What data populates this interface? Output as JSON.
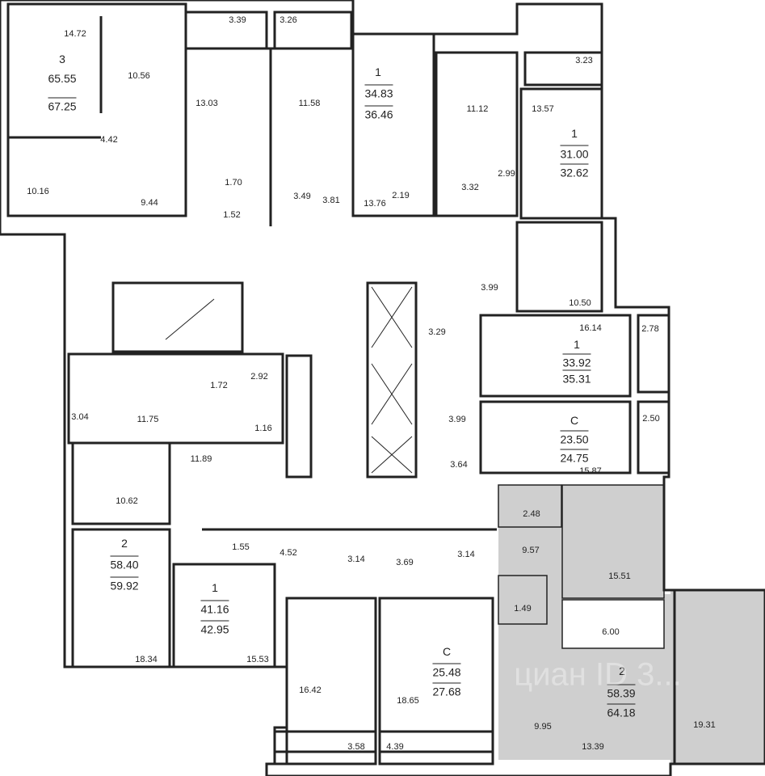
{
  "watermark": "циан ID 3...",
  "apartments": [
    {
      "rooms": "3",
      "living": "65.55",
      "total": "67.25"
    },
    {
      "rooms": "1",
      "living": "34.83",
      "total": "36.46"
    },
    {
      "rooms": "1",
      "living": "31.00",
      "total": "32.62"
    },
    {
      "rooms": "1",
      "living": "33.92",
      "total": "35.31"
    },
    {
      "rooms": "С",
      "living": "23.50",
      "total": "24.75"
    },
    {
      "rooms": "2",
      "living": "58.40",
      "total": "59.92"
    },
    {
      "rooms": "1",
      "living": "41.16",
      "total": "42.95"
    },
    {
      "rooms": "С",
      "living": "25.48",
      "total": "27.68"
    },
    {
      "rooms": "2",
      "living": "58.39",
      "total": "64.18"
    }
  ],
  "rooms": [
    "14.72",
    "10.56",
    "4.42",
    "10.16",
    "9.44",
    "3.39",
    "3.26",
    "13.03",
    "11.58",
    "1.70",
    "3.49",
    "1.52",
    "3.81",
    "13.76",
    "2.19",
    "11.12",
    "3.32",
    "2.99",
    "3.23",
    "13.57",
    "3.99",
    "10.50",
    "3.29",
    "16.14",
    "2.78",
    "3.99",
    "3.64",
    "2.50",
    "15.87",
    "2.92",
    "1.72",
    "3.04",
    "11.75",
    "1.16",
    "11.89",
    "10.62",
    "18.34",
    "1.55",
    "4.52",
    "3.14",
    "3.69",
    "3.14",
    "15.53",
    "16.42",
    "18.65",
    "3.58",
    "4.39",
    "2.48",
    "9.57",
    "15.51",
    "1.49",
    "6.00",
    "9.95",
    "13.39",
    "19.31"
  ],
  "colors": {
    "wall": "#222222",
    "highlight": "#cfcfcf"
  }
}
